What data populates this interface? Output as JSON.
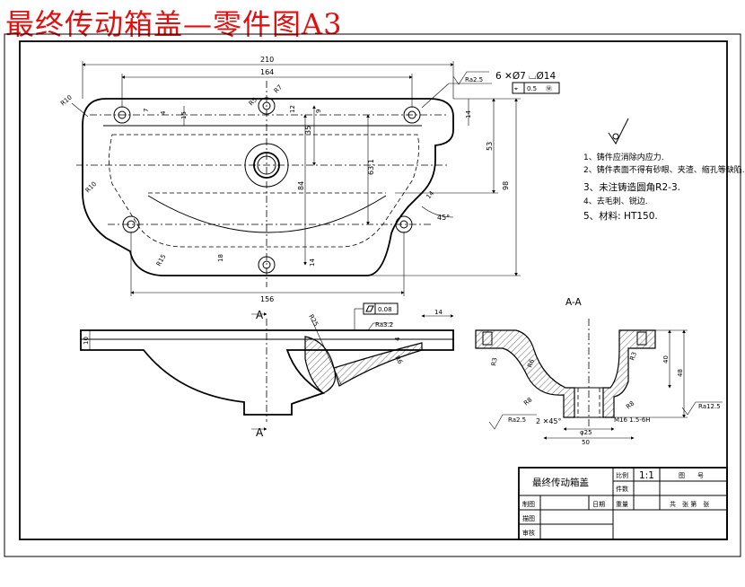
{
  "title": "最终传动箱盖—零件图A3",
  "plan_view": {
    "dims": {
      "d210": "210",
      "d164": "164",
      "d156": "156",
      "d98": "98",
      "d53": "53",
      "d63_1": "63.1",
      "d84": "84",
      "d35": "35",
      "d15": "15",
      "d7": "7",
      "d4": "4",
      "d12": "12",
      "d9": "9",
      "d14a": "14",
      "d14b": "14",
      "d18": "18",
      "d14c": "14",
      "r10a": "R10",
      "r10b": "R10",
      "r15": "R15",
      "r5": "R5",
      "r7": "R7",
      "a45": "45°"
    },
    "hole_callout": "6 ✕Ø7 ⌴Ø14",
    "position_tol_symbol": "⌖",
    "position_tol_value": "0.5",
    "position_tol_modifier": "Ⓜ",
    "roughness": "Ra2.5"
  },
  "notes": [
    "1、铸件应消除内应力.",
    "2、铸件表面不得有砂眼、夹渣、缩孔等缺陷.",
    "3、未注铸造圆角R2-3.",
    "4、去毛刺、锐边.",
    "5、材料: HT150."
  ],
  "front_view": {
    "section_mark_top": "A",
    "section_mark_bottom": "A",
    "flatness_value": "0.08",
    "dims": {
      "d10": "10",
      "d14": "14",
      "d4": "4",
      "r25": "R25",
      "r6": "R6"
    },
    "roughness": "Ra3.2"
  },
  "section_view": {
    "label": "A-A",
    "dims": {
      "d40": "40",
      "d48": "48",
      "d50": "50",
      "phi25": "φ25",
      "r3": "R3",
      "r6": "R6",
      "r8": "R8",
      "r8b": "R8",
      "r3b": "R3"
    },
    "chamfer": "2 ✕45°",
    "thread": "M16 1.5-6H",
    "roughness_left": "Ra2.5",
    "roughness_right": "Ra12.5"
  },
  "title_block": {
    "part_name": "最终传动箱盖",
    "scale_label": "比例",
    "scale_value": "1:1",
    "drawing_no_label": "图　　号",
    "qty_label": "件数",
    "weight_label": "重量",
    "date_label": "日期",
    "sheets_label": "共　张 第　张",
    "drawn_by": "制图",
    "drafted_by": "描图",
    "checked_by": "审核"
  }
}
